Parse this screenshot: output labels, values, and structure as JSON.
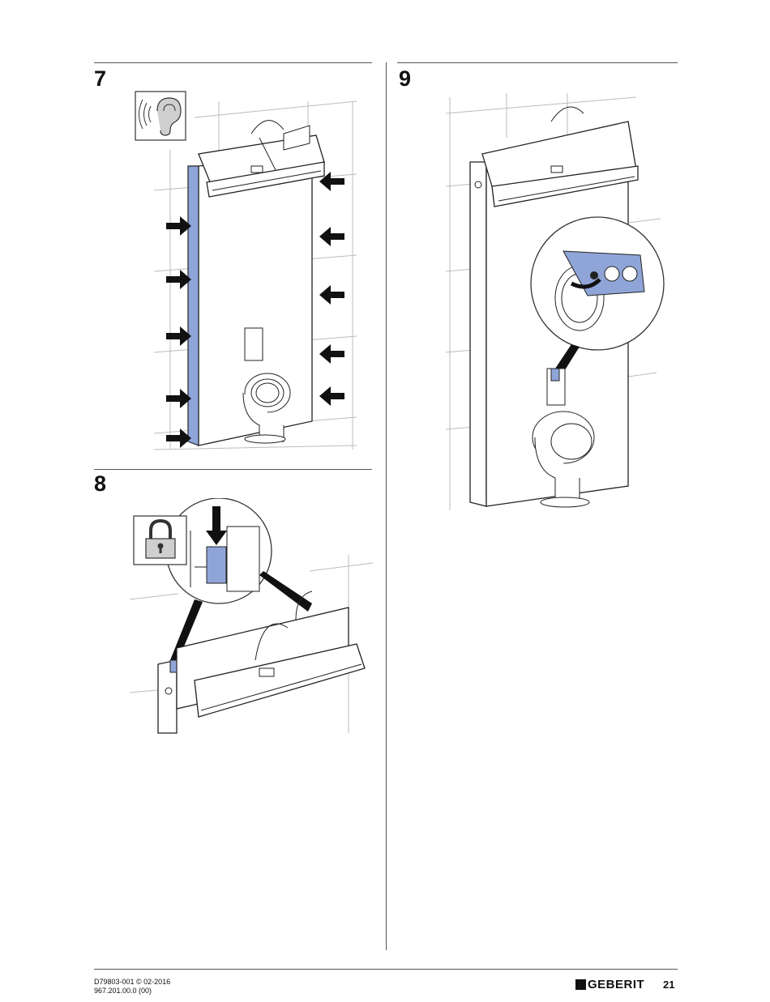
{
  "steps": [
    {
      "number": "7"
    },
    {
      "number": "8"
    },
    {
      "number": "9"
    }
  ],
  "icons": {
    "step7": "ear-sound-icon",
    "step8": "padlock-icon"
  },
  "colors": {
    "highlight": "#8fa5d8",
    "text": "#111111",
    "rule": "#555555"
  },
  "footer": {
    "doc_ref": "D79803-001 © 02-2016",
    "article": "967.201.00.0 (00)",
    "brand": "GEBERIT",
    "page": "21"
  }
}
